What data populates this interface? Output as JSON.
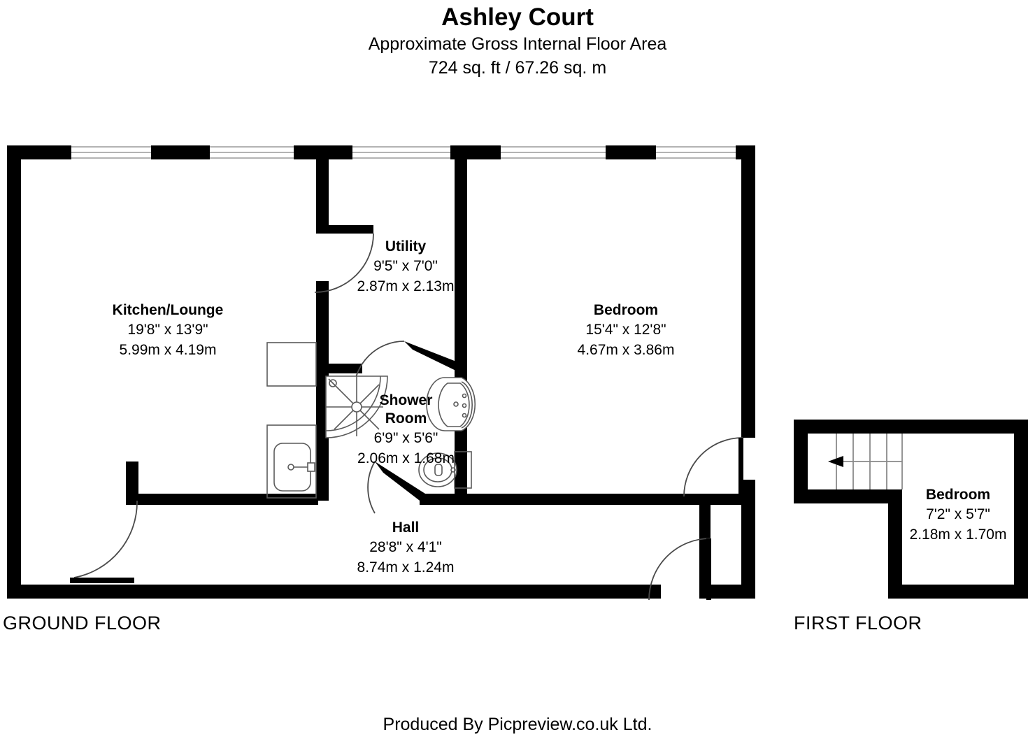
{
  "header": {
    "title": "Ashley Court",
    "subtitle_line1": "Approximate Gross Internal Floor Area",
    "subtitle_line2": "724 sq. ft / 67.26 sq. m"
  },
  "footer": {
    "text": "Produced By Picpreview.co.uk Ltd."
  },
  "floors": {
    "ground_label": "GROUND FLOOR",
    "first_label": "FIRST FLOOR"
  },
  "rooms": {
    "kitchen_lounge": {
      "name": "Kitchen/Lounge",
      "dim_imperial": "19'8\" x 13'9\"",
      "dim_metric": "5.99m x 4.19m"
    },
    "utility": {
      "name": "Utility",
      "dim_imperial": "9'5\" x 7'0\"",
      "dim_metric": "2.87m x 2.13m"
    },
    "bedroom_ground": {
      "name": "Bedroom",
      "dim_imperial": "15'4\" x 12'8\"",
      "dim_metric": "4.67m x 3.86m"
    },
    "shower_room": {
      "name_line1": "Shower",
      "name_line2": "Room",
      "dim_imperial": "6'9\" x 5'6\"",
      "dim_metric": "2.06m x 1.68m"
    },
    "hall": {
      "name": "Hall",
      "dim_imperial": "28'8\" x 4'1\"",
      "dim_metric": "8.74m x 1.24m"
    },
    "bedroom_first": {
      "name": "Bedroom",
      "dim_imperial": "7'2\" x 5'7\"",
      "dim_metric": "2.18m x 1.70m"
    }
  },
  "colors": {
    "wall": "#000000",
    "background": "#ffffff",
    "fixture_stroke": "#5a5a5a",
    "door_arc": "#4a4a4a"
  },
  "icons": {
    "shower": "shower-quadrant-icon",
    "basin": "wash-basin-icon",
    "toilet": "toilet-icon",
    "sink": "kitchen-sink-icon",
    "appliance": "appliance-icon",
    "stairs": "staircase-icon",
    "stair_direction": "stair-up-arrow-icon"
  }
}
